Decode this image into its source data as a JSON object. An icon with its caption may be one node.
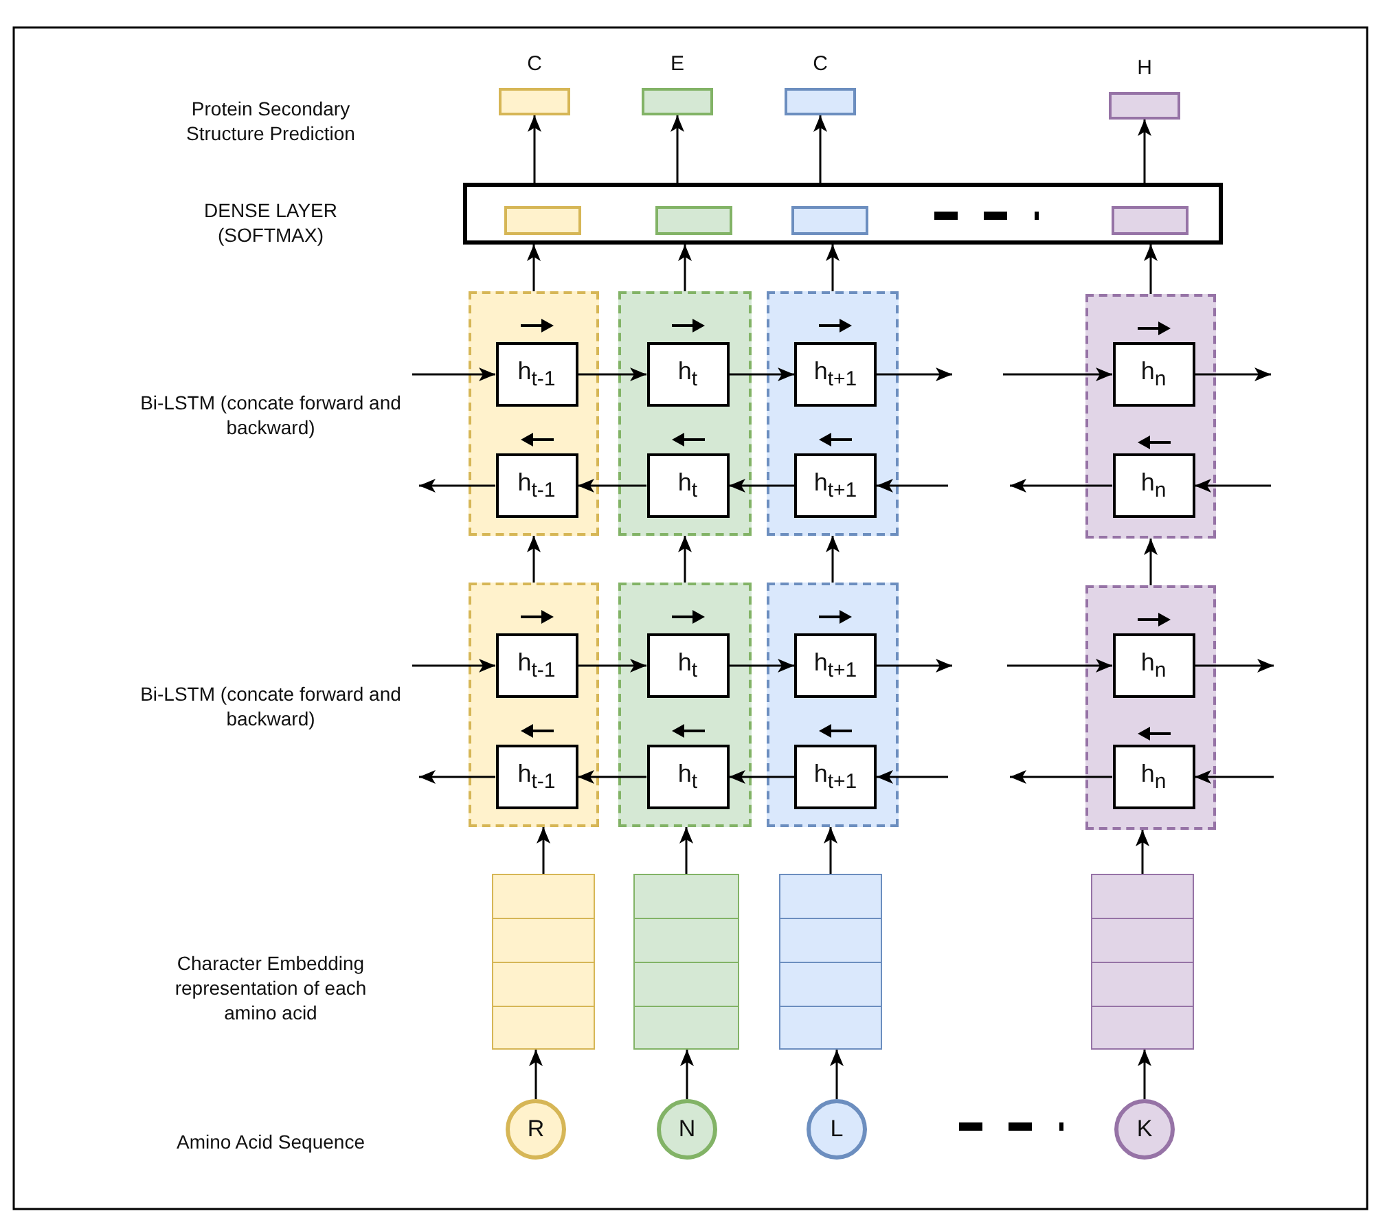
{
  "diagram": {
    "nodes": [
      {
        "text": [
          "C"
        ]
      },
      {
        "text": [
          "E"
        ]
      },
      {
        "text": [
          "C"
        ]
      },
      {
        "text": [
          "H"
        ]
      },
      {
        "text": [],
        "shape": "box"
      },
      {
        "text": [],
        "shape": "box",
        "in": 4
      },
      {
        "text": [],
        "shape": "box",
        "in": 4
      },
      {
        "text": [],
        "shape": "box",
        "in": 4
      },
      {
        "text": [],
        "shape": "box",
        "in": 4
      },
      {
        "text": [],
        "shape": "box"
      },
      {
        "text": [
          "h$_{t-1}$"
        ],
        "in": 9
      },
      {
        "text": [
          "h$_{t-1}$"
        ],
        "in": 9
      },
      {
        "text": [],
        "shape": "box"
      },
      {
        "text": [
          "h$_{t}$"
        ],
        "in": 12
      },
      {
        "text": [
          "h$_{t}$"
        ],
        "in": 12
      },
      {
        "text": [],
        "shape": "box"
      },
      {
        "text": [
          "h$_{t+1}$"
        ],
        "in": 15
      },
      {
        "text": [
          "h$_{t+1}$"
        ],
        "in": 15
      },
      {
        "text": [],
        "shape": "box"
      },
      {
        "text": [
          "h$_{n}$"
        ],
        "in": 18
      },
      {
        "text": [
          "h$_{n}$"
        ],
        "in": 18
      },
      {
        "text": [],
        "shape": "box"
      },
      {
        "text": [
          "h$_{t-1}$"
        ],
        "in": 21
      },
      {
        "text": [
          "h$_{t-1}$"
        ],
        "in": 21
      },
      {
        "text": [],
        "shape": "box"
      },
      {
        "text": [
          "h$_{t}$"
        ],
        "in": 24
      },
      {
        "text": [
          "h$_{t}$"
        ],
        "in": 24
      },
      {
        "text": [],
        "shape": "box"
      },
      {
        "text": [
          "h$_{t+1}$"
        ],
        "in": 27
      },
      {
        "text": [
          "h$_{t+1}$"
        ],
        "in": 27
      },
      {
        "text": [],
        "shape": "box"
      },
      {
        "text": [
          "h$_{n}$"
        ],
        "in": 30
      },
      {
        "text": [
          "h$_{n}$"
        ],
        "in": 30
      },
      {
        "text": [],
        "shape": "box"
      },
      {
        "text": [],
        "shape": "box"
      },
      {
        "text": [],
        "shape": "box"
      },
      {
        "text": [],
        "shape": "box"
      },
      {
        "text": [
          "R"
        ]
      },
      {
        "text": [
          "N"
        ]
      },
      {
        "text": [
          "L"
        ]
      },
      {
        "text": [
          "K"
        ]
      }
    ],
    "edges": [
      {
        "from": 37,
        "to": 33,
        "arrow": "to"
      },
      {
        "from": 38,
        "to": 34,
        "arrow": "to"
      },
      {
        "from": 39,
        "to": 35,
        "arrow": "to"
      },
      {
        "from": 40,
        "to": 36,
        "arrow": "to"
      },
      {
        "from": 33,
        "to": 21,
        "arrow": "to"
      },
      {
        "from": 34,
        "to": 24,
        "arrow": "to"
      },
      {
        "from": 35,
        "to": 27,
        "arrow": "to"
      },
      {
        "from": 36,
        "to": 30,
        "arrow": "to"
      },
      {
        "from": 21,
        "to": 9,
        "arrow": "to"
      },
      {
        "from": 24,
        "to": 12,
        "arrow": "to"
      },
      {
        "from": 27,
        "to": 15,
        "arrow": "to"
      },
      {
        "from": 30,
        "to": 18,
        "arrow": "to"
      },
      {
        "from": 9,
        "to": 4,
        "arrow": "to"
      },
      {
        "from": 12,
        "to": 4,
        "arrow": "to"
      },
      {
        "from": 15,
        "to": 4,
        "arrow": "to"
      },
      {
        "from": 18,
        "to": 4,
        "arrow": "to"
      },
      {
        "from": 4,
        "to": 0,
        "arrow": "to"
      },
      {
        "from": 4,
        "to": 1,
        "arrow": "to"
      },
      {
        "from": 4,
        "to": 2,
        "arrow": "to"
      },
      {
        "from": 4,
        "to": 3,
        "arrow": "to"
      },
      {
        "from": null,
        "to": 10,
        "arrow": "to"
      },
      {
        "from": 10,
        "to": 13,
        "arrow": "to"
      },
      {
        "from": 13,
        "to": 16,
        "arrow": "to"
      },
      {
        "from": 16,
        "to": null,
        "arrow": "to"
      },
      {
        "from": null,
        "to": 19,
        "arrow": "to"
      },
      {
        "from": 19,
        "to": null,
        "arrow": "to"
      },
      {
        "from": 11,
        "to": null,
        "arrow": "to"
      },
      {
        "from": 14,
        "to": 11,
        "arrow": "to"
      },
      {
        "from": 17,
        "to": 14,
        "arrow": "to"
      },
      {
        "from": null,
        "to": 17,
        "arrow": "to"
      },
      {
        "from": 20,
        "to": null,
        "arrow": "to"
      },
      {
        "from": null,
        "to": 20,
        "arrow": "to"
      },
      {
        "from": null,
        "to": 22,
        "arrow": "to"
      },
      {
        "from": 22,
        "to": 25,
        "arrow": "to"
      },
      {
        "from": 25,
        "to": 28,
        "arrow": "to"
      },
      {
        "from": 28,
        "to": null,
        "arrow": "to"
      },
      {
        "from": null,
        "to": 31,
        "arrow": "to"
      },
      {
        "from": 31,
        "to": null,
        "arrow": "to"
      },
      {
        "from": 23,
        "to": null,
        "arrow": "to"
      },
      {
        "from": 26,
        "to": 23,
        "arrow": "to"
      },
      {
        "from": 29,
        "to": 26,
        "arrow": "to"
      },
      {
        "from": null,
        "to": 29,
        "arrow": "to"
      },
      {
        "from": 32,
        "to": null,
        "arrow": "to"
      },
      {
        "from": null,
        "to": 32,
        "arrow": "to"
      }
    ],
    "labels": [
      "Protein Secondary Structure Prediction",
      "DENSE LAYER (SOFTMAX)",
      "Bi-LSTM (concate forward and backward)",
      "Bi-LSTM (concate forward and backward)",
      "Character Embedding representation of each amino acid",
      "Amino Acid Sequence"
    ]
  }
}
